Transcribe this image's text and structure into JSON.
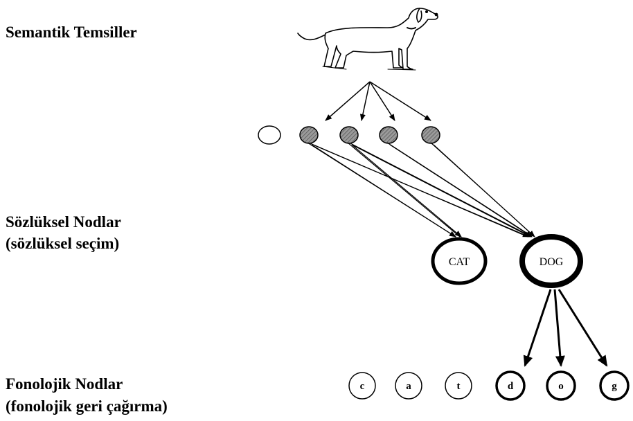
{
  "labels": {
    "semantic": "Semantik Temsiller",
    "lexical_line1": "Sözlüksel Nodlar",
    "lexical_line2": "(sözlüksel seçim)",
    "phonological_line1": "Fonolojik Nodlar",
    "phonological_line2": "(fonolojik geri çağırma)"
  },
  "lexical_words": [
    "CAT",
    "DOG"
  ],
  "phonemes": [
    "c",
    "a",
    "t",
    "d",
    "o",
    "g"
  ],
  "image": {
    "name": "dog-illustration"
  },
  "colors": {
    "stroke": "#000000",
    "shaded_node": "#8c8c8c",
    "background": "#ffffff"
  }
}
